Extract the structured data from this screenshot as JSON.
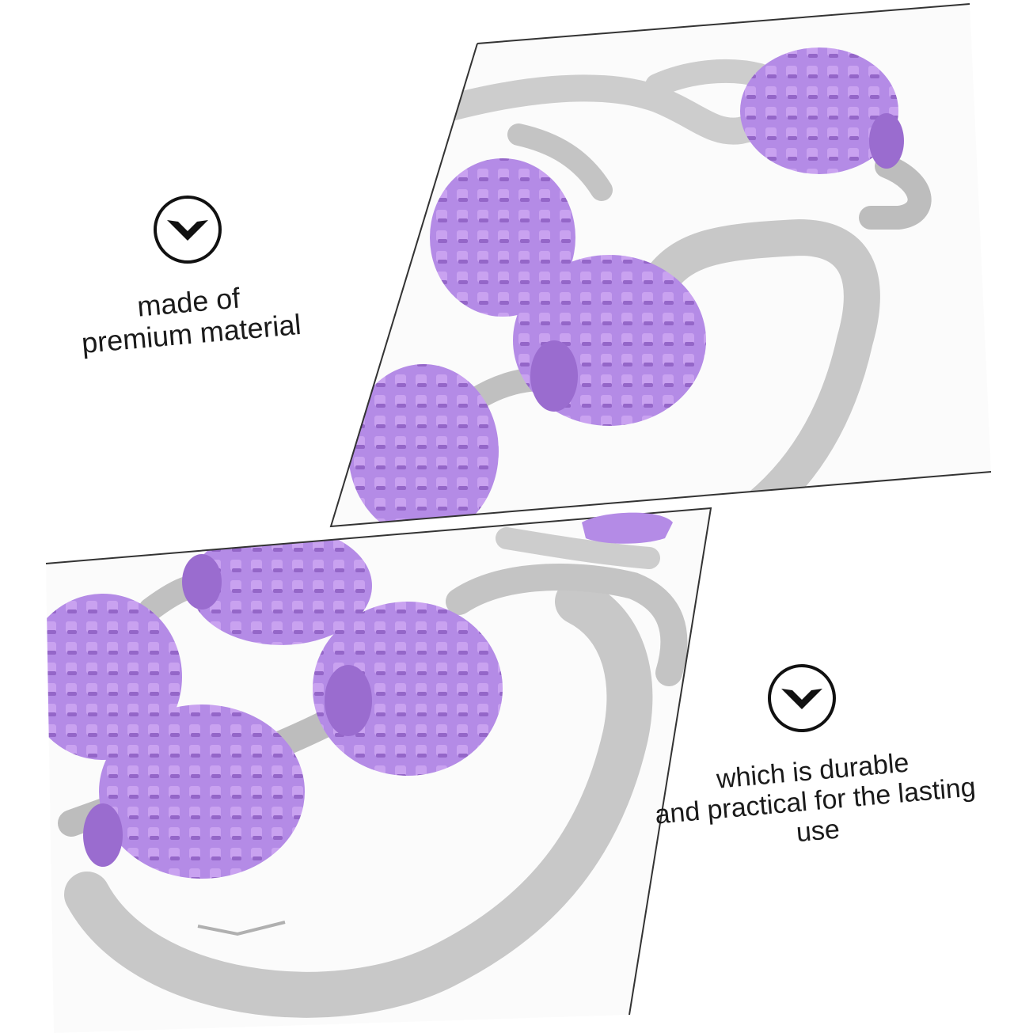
{
  "panels": [
    {
      "badge_icon": "chevron-check-icon",
      "caption_lines": [
        "made of",
        "premium material"
      ]
    },
    {
      "badge_icon": "chevron-check-icon",
      "caption_lines": [
        "which is durable",
        "and practical for the lasting",
        "use"
      ]
    }
  ],
  "colors": {
    "background": "#ffffff",
    "roller": "#b48be6",
    "roller_shade": "#9a6ccf",
    "frame": "#c9c9c9",
    "frame_shade": "#a9a9a9",
    "outline": "#111111"
  }
}
